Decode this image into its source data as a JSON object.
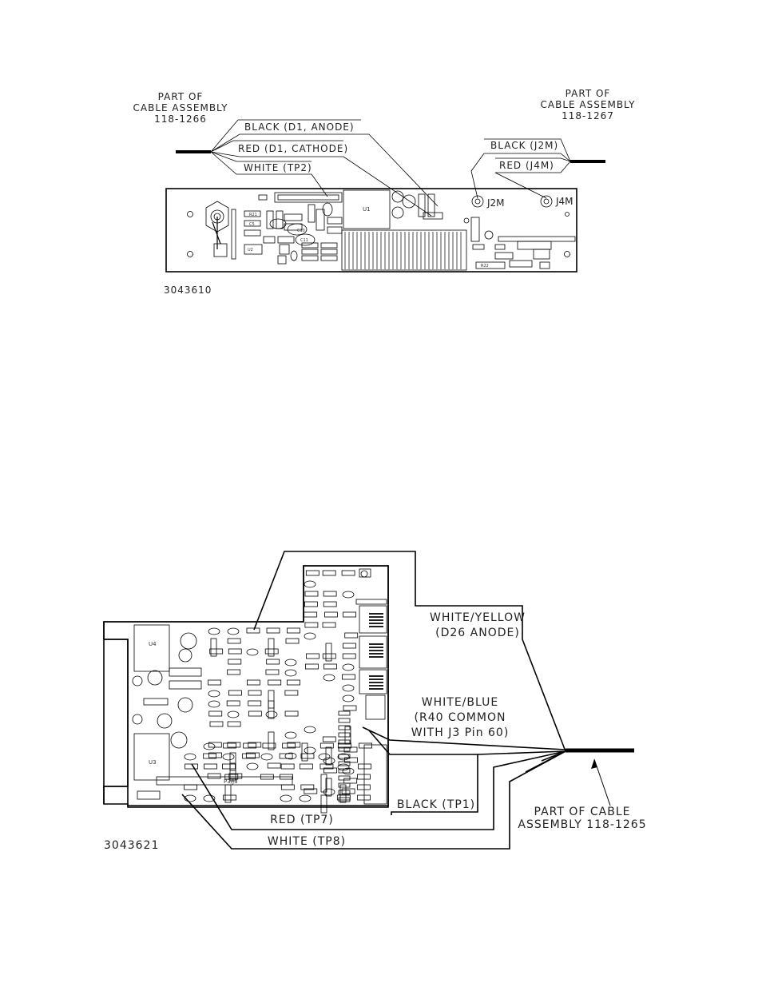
{
  "top_diagram": {
    "drawing_number": "3043610",
    "cable_left": {
      "line1": "PART OF",
      "line2": "CABLE ASSEMBLY",
      "line3": "118-1266"
    },
    "cable_right": {
      "line1": "PART OF",
      "line2": "CABLE ASSEMBLY",
      "line3": "118-1267"
    },
    "wires": {
      "black_d1": "BLACK (D1, ANODE)",
      "red_d1": "RED (D1, CATHODE)",
      "white_tp2": "WHITE (TP2)",
      "black_j2m": "BLACK (J2M)",
      "red_j4m": "RED (J4M)"
    },
    "jacks": {
      "j2m": "J2M",
      "j4m": "J4M"
    }
  },
  "bottom_diagram": {
    "drawing_number": "3043621",
    "wires": {
      "white_yellow_1": "WHITE/YELLOW",
      "white_yellow_2": "(D26 ANODE)",
      "white_blue_1": "WHITE/BLUE",
      "white_blue_2": "(R40 COMMON",
      "white_blue_3": "WITH J3 Pin 60)",
      "black_tp1": "BLACK (TP1)",
      "red_tp7": "RED (TP7)",
      "white_tp8": "WHITE (TP8)"
    },
    "cable": {
      "line1": "PART OF CABLE",
      "line2": "ASSEMBLY 118-1265"
    }
  }
}
